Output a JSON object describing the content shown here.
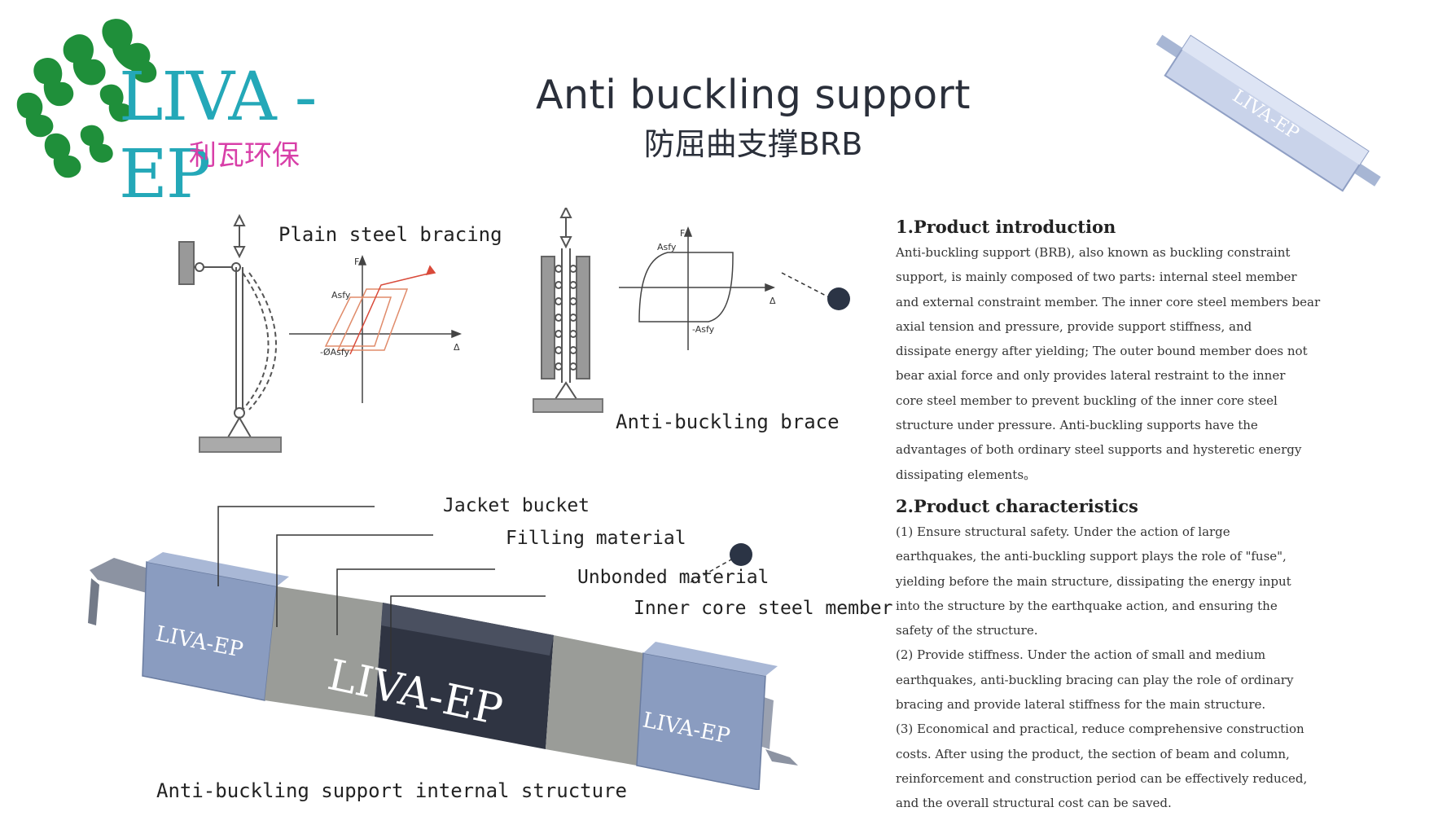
{
  "header": {
    "title_en": "Anti buckling support",
    "title_cn": "防屈曲支撑BRB"
  },
  "logo": {
    "text": "LIVA -EP",
    "subtitle": "利瓦环保",
    "icon": "leaf-cluster-icon"
  },
  "product_image": {
    "label": "LIVA-EP"
  },
  "diagram_top": {
    "plain_label": "Plain steel bracing",
    "anti_label": "Anti-buckling brace",
    "plot1": {
      "f_label": "F",
      "asfy": "Asfy",
      "neg_asfy": "-ØAsfy",
      "delta": "Δ"
    },
    "plot2": {
      "f_label": "F",
      "asfy": "Asfy",
      "neg_asfy": "-Asfy",
      "delta": "Δ"
    }
  },
  "diagram_bottom": {
    "labels": {
      "jacket": "Jacket bucket",
      "filling": "Filling material",
      "unbonded": "Unbonded material",
      "inner": "Inner core steel member"
    },
    "brand_left": "LIVA-EP",
    "brand_center": "LIVA-EP",
    "brand_right": "LIVA-EP",
    "caption": "Anti-buckling support internal structure"
  },
  "section1": {
    "title": "1.Product introduction",
    "lines": [
      "Anti-buckling support (BRB), also known as buckling constraint",
      "support, is mainly composed of two parts: internal steel member",
      "and external constraint member. The inner core steel members bear",
      "axial tension and pressure, provide support stiffness, and",
      "dissipate energy after yielding; The outer bound member does not",
      "bear axial force and only provides lateral restraint to the inner",
      "core steel member to prevent buckling of the inner core steel",
      "structure under pressure. Anti-buckling supports have the",
      "advantages of both ordinary steel supports and hysteretic energy",
      "dissipating elements。"
    ]
  },
  "section2": {
    "title": "2.Product characteristics",
    "lines": [
      "(1) Ensure structural safety. Under the action of large",
      "earthquakes, the anti-buckling support plays the role of \"fuse\",",
      "yielding before the main structure, dissipating the energy input",
      "into the structure by the earthquake action, and ensuring the",
      "safety of the structure.",
      "(2) Provide stiffness. Under the action of small and medium",
      "earthquakes, anti-buckling bracing can play the role of ordinary",
      "bracing and provide lateral stiffness for the main structure.",
      "(3) Economical and practical, reduce comprehensive construction",
      "costs. After using the product, the section of beam and column,",
      "reinforcement and construction period can be effectively reduced,",
      "and the overall structural cost can be saved."
    ]
  },
  "colors": {
    "logo_teal": "#24a8b8",
    "logo_pink": "#d83fa8",
    "leaf_green": "#1f8f3a",
    "steel_blue": "#8a9cc0",
    "concrete": "#9a9c98",
    "bullet": "#2b3445"
  }
}
